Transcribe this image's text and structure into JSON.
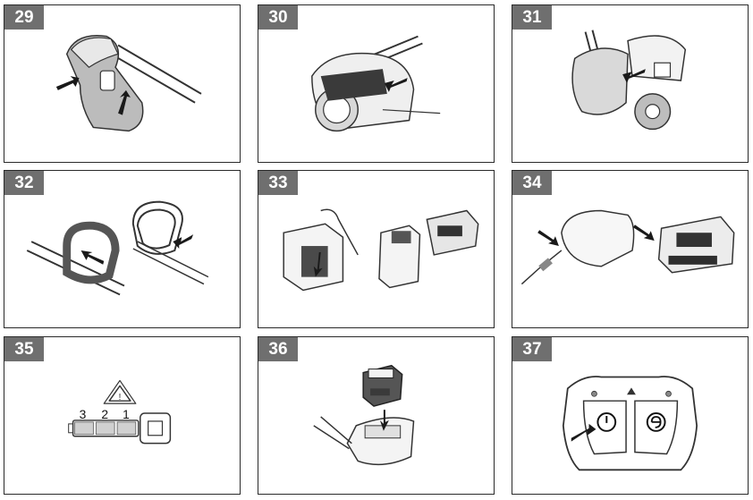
{
  "figures": [
    {
      "number": "29"
    },
    {
      "number": "30"
    },
    {
      "number": "31"
    },
    {
      "number": "32"
    },
    {
      "number": "33"
    },
    {
      "number": "34"
    },
    {
      "number": "35",
      "level_labels": [
        "3",
        "2",
        "1"
      ]
    },
    {
      "number": "36"
    },
    {
      "number": "37"
    }
  ],
  "icons": [
    "arrow-icon",
    "warning-triangle-icon",
    "power-icon",
    "eco-mode-icon",
    "battery-icon"
  ]
}
